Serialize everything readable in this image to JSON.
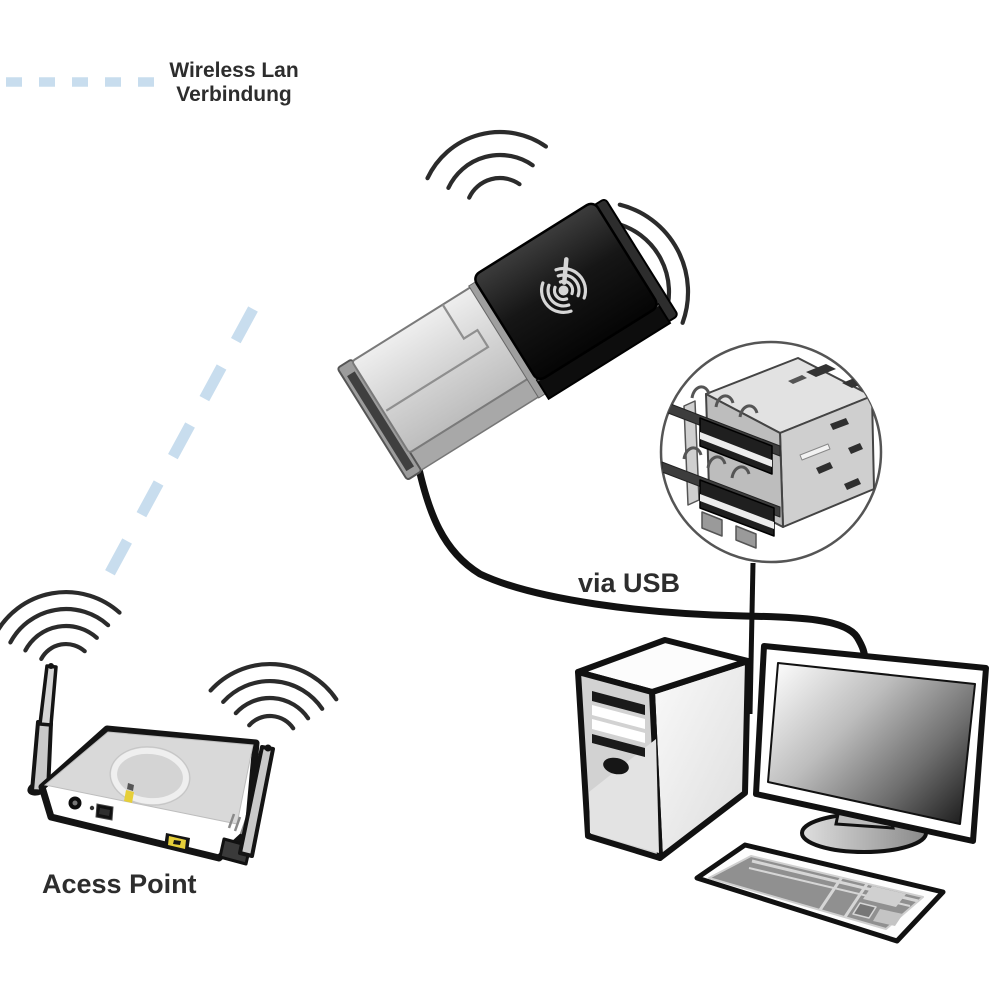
{
  "legend": {
    "line1": "Wireless Lan",
    "line2": "Verbindung",
    "dash_color": "#c8ddee"
  },
  "labels": {
    "via_usb": "via USB",
    "access_point": "Acess Point"
  },
  "colors": {
    "outline": "#1a1a1a",
    "waves": "#2b2b2b",
    "dash_blue": "#c8ddee",
    "adapter_cap": "#161616",
    "metal_gray": "#d4d4d4",
    "led_yellow": "#e6cf39"
  },
  "components": {
    "adapter_icon": "usb-wlan-adapter",
    "detail_icon": "usb-port-connector-detail",
    "computer_icon": "desktop-pc",
    "access_point_icon": "wireless-access-point"
  }
}
